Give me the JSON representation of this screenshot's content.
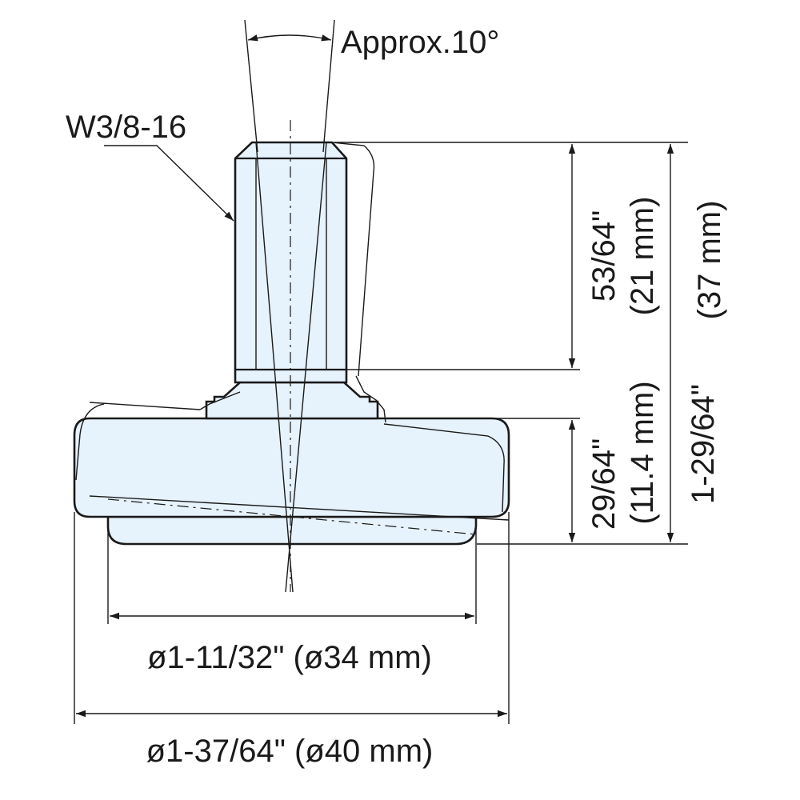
{
  "colors": {
    "part_fill": "#e6f2fc",
    "line": "#1a1a1a",
    "background": "#ffffff"
  },
  "labels": {
    "angle": "Approx.10°",
    "thread": "W3/8-16",
    "stem_height_in": "53/64\"",
    "stem_height_mm": "(21 mm)",
    "base_height_in": "29/64\"",
    "base_height_mm": "(11.4 mm)",
    "total_height_in": "1-29/64\"",
    "total_height_mm": "(37 mm)",
    "pad_diameter": "ø1-11/32\" (ø34 mm)",
    "base_diameter": "ø1-37/64\" (ø40 mm)"
  }
}
